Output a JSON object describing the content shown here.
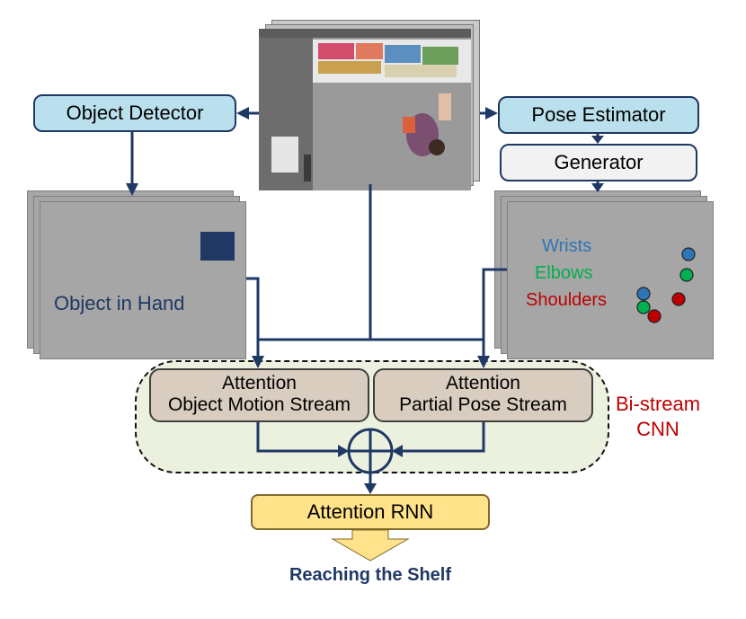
{
  "nodes": {
    "object_detector": "Object Detector",
    "pose_estimator": "Pose Estimator",
    "generator": "Generator",
    "attention_rnn": "Attention RNN"
  },
  "object_panel": {
    "label": "Object in Hand"
  },
  "pose_panel": {
    "legend": [
      {
        "label": "Wrists",
        "color": "#2e75b6"
      },
      {
        "label": "Elbows",
        "color": "#00b050"
      },
      {
        "label": "Shoulders",
        "color": "#c00000"
      }
    ]
  },
  "streams": {
    "object": {
      "line1": "Attention",
      "line2": "Object Motion Stream"
    },
    "pose": {
      "line1": "Attention",
      "line2": "Partial Pose Stream"
    }
  },
  "cnn_label": {
    "line1": "Bi-stream",
    "line2": "CNN",
    "color": "#c00000"
  },
  "output_label": "Reaching the Shelf",
  "colors": {
    "arrow": "#1f3864",
    "title_text": "#1f3864"
  }
}
